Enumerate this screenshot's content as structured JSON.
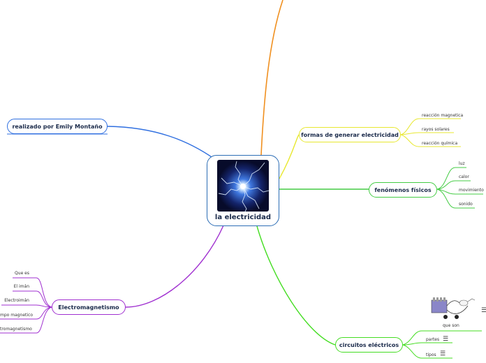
{
  "central": {
    "title": "la electricidad"
  },
  "branches": {
    "author": {
      "label": "realizado por Emily Montaño",
      "color": "#2f6fe0"
    },
    "formas": {
      "label": "formas de generar electricidad",
      "color": "#e8e830",
      "children": [
        "reacción magnetica",
        "rayos solares",
        "reacción química"
      ]
    },
    "fenomenos": {
      "label": "fenómenos físicos",
      "color": "#44cc44",
      "children": [
        "luz",
        "calor",
        "movimiento",
        "sonido"
      ]
    },
    "electro": {
      "label": "Electromagnetismo",
      "color": "#a030d0",
      "children": [
        "Que es",
        "El imán",
        "Electroimán",
        "mpo magnetico",
        "tromagnetismo"
      ]
    },
    "circuitos": {
      "label": "circuitos eléctricos",
      "color": "#44dd22",
      "children": [
        "que son",
        "partes",
        "tipos"
      ]
    },
    "orange": {
      "color": "#f09020"
    }
  },
  "icons": {
    "menu": "☰"
  }
}
